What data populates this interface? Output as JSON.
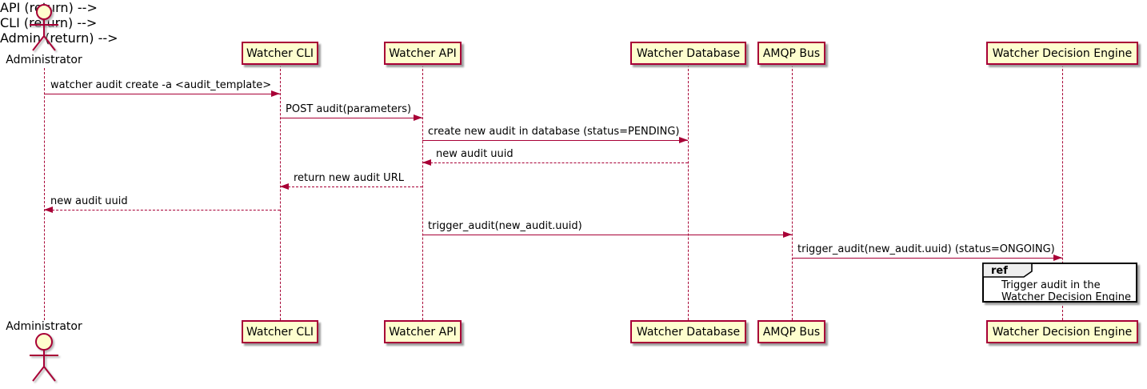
{
  "diagram": {
    "type": "plantuml-sequence",
    "colors": {
      "participant_fill": "#FEFECE",
      "participant_border": "#A80036",
      "line_color": "#A80036",
      "text_color": "#000000",
      "ref_fill": "#FFFFFF",
      "ref_tab_fill": "#EEEEEE",
      "ref_border": "#000000",
      "background": "#FFFFFF"
    },
    "actors": [
      {
        "name": "Administrator"
      }
    ],
    "participants": [
      {
        "label": "Watcher CLI"
      },
      {
        "label": "Watcher API"
      },
      {
        "label": "Watcher Database"
      },
      {
        "label": "AMQP Bus"
      },
      {
        "label": "Watcher Decision Engine"
      }
    ],
    "messages": [
      {
        "from": "Administrator",
        "to": "Watcher CLI",
        "style": "solid",
        "label": "watcher audit create -a <audit_template>"
      },
      {
        "from": "Watcher CLI",
        "to": "Watcher API",
        "style": "solid",
        "label": "POST audit(parameters)"
      },
      {
        "from": "Watcher API",
        "to": "Watcher Database",
        "style": "solid",
        "label": "create new audit in database (status=PENDING)"
      },
      {
        "from": "Watcher Database",
        "to": "Watcher API",
        "style": "dashed",
        "label": "new audit uuid"
      },
      {
        "from": "Watcher API",
        "to": "Watcher CLI",
        "style": "dashed",
        "label": "return new audit URL"
      },
      {
        "from": "Watcher CLI",
        "to": "Administrator",
        "style": "dashed",
        "label": "new audit uuid"
      },
      {
        "from": "Watcher API",
        "to": "AMQP Bus",
        "style": "solid",
        "label": "trigger_audit(new_audit.uuid)"
      },
      {
        "from": "AMQP Bus",
        "to": "Watcher Decision Engine",
        "style": "solid",
        "label": "trigger_audit(new_audit.uuid) (status=ONGOING)"
      }
    ],
    "ref": {
      "keyword": "ref",
      "over": "Watcher Decision Engine",
      "lines": [
        "Trigger audit in the",
        "Watcher Decision Engine"
      ]
    }
  }
}
